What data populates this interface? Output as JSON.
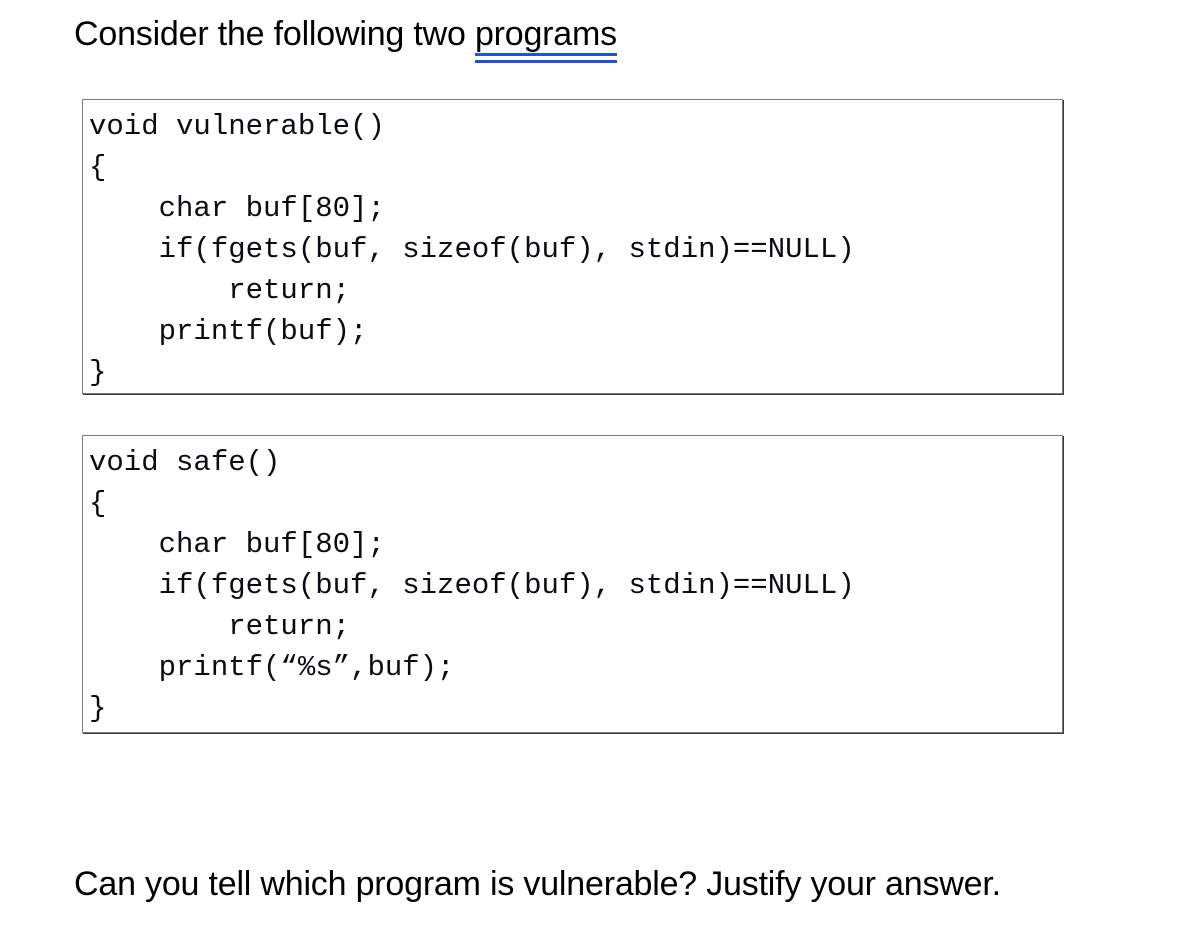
{
  "slide": {
    "background_color": "#ffffff",
    "heading": {
      "prefix": "Consider the following two ",
      "link_text": "programs",
      "link_underline_color": "#2255CC",
      "underline_style": "double"
    },
    "code_blocks": [
      {
        "id": "vulnerable-program",
        "title": "void vulnerable()",
        "border_color": "#7b7b7b",
        "language": "c",
        "lines": [
          "void vulnerable()",
          "{",
          "    char buf[80];",
          "    if(fgets(buf, sizeof(buf), stdin)==NULL)",
          "        return;",
          "    printf(buf);",
          "}"
        ],
        "code": "void vulnerable()\n{\n    char buf[80];\n    if(fgets(buf, sizeof(buf), stdin)==NULL)\n        return;\n    printf(buf);\n}"
      },
      {
        "id": "safe-program",
        "title": "void safe()",
        "border_color": "#7b7b7b",
        "language": "c",
        "lines": [
          "void safe()",
          "{",
          "    char buf[80];",
          "    if(fgets(buf, sizeof(buf), stdin)==NULL)",
          "        return;",
          "    printf(“%s”,buf);",
          "}"
        ],
        "code": "void safe()\n{\n    char buf[80];\n    if(fgets(buf, sizeof(buf), stdin)==NULL)\n        return;\n    printf(“%s”,buf);\n}"
      }
    ],
    "question": "Can you tell which program is vulnerable? Justify your answer."
  }
}
